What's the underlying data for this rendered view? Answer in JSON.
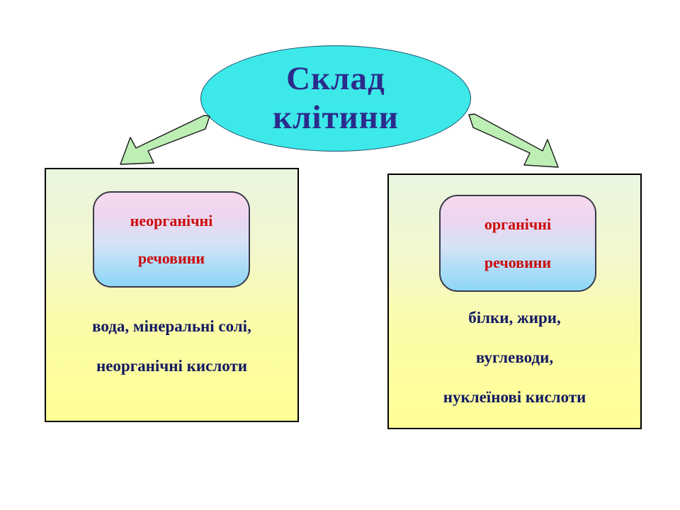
{
  "title": {
    "line1": "Склад",
    "line2": "клітини"
  },
  "arrows": {
    "left": {
      "name": "arrow-to-inorganic",
      "direction": "down-left"
    },
    "right": {
      "name": "arrow-to-organic",
      "direction": "down-right"
    }
  },
  "groups": [
    {
      "id": "inorganic",
      "card": {
        "line1": "неорганічні",
        "line2": "речовини"
      },
      "items": [
        "вода, мінеральні солі,",
        "неорганічні кислоти"
      ]
    },
    {
      "id": "organic",
      "card": {
        "line1": "органічні",
        "line2": "речовини"
      },
      "items": [
        "білки, жири,",
        "вуглеводи,",
        "нуклеїнові кислоти"
      ]
    }
  ],
  "colors": {
    "ellipse_fill": "#3ce8e8",
    "title_text": "#2b2b8c",
    "card_text": "#cc0b0b",
    "body_text": "#131a63",
    "arrow_fill": "#bdeeb4",
    "arrow_stroke": "#1a1a1a",
    "box_top": "#e9f6e0",
    "box_bottom": "#ffff96"
  }
}
